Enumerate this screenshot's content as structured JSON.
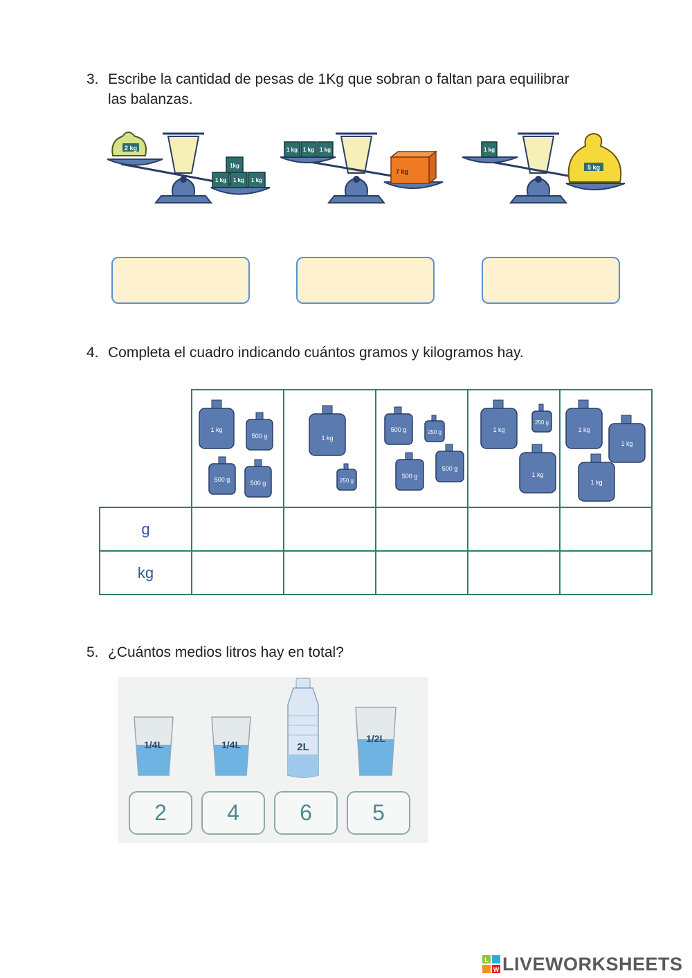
{
  "q3": {
    "number": "3.",
    "line1": "Escribe la cantidad de pesas de 1Kg que sobran o faltan para equilibrar",
    "line2": "las balanzas.",
    "scales": [
      {
        "left": "2 kg",
        "right": [
          "1kg",
          "1 kg",
          "1 kg",
          "1 kg"
        ]
      },
      {
        "left": [
          "1 kg",
          "1 kg",
          "1 kg"
        ],
        "right": "7 kg"
      },
      {
        "left": "1 kg",
        "right": "5 kg"
      }
    ]
  },
  "q4": {
    "number": "4.",
    "text": "Completa el cuadro indicando cuántos gramos y kilogramos hay.",
    "row_g": "g",
    "row_kg": "kg",
    "cells": [
      [
        "1 kg",
        "500 g",
        "500 g",
        "500 g"
      ],
      [
        "1 kg",
        "250 g"
      ],
      [
        "500 g",
        "250 g",
        "500 g",
        "500 g"
      ],
      [
        "1 kg",
        "250 g",
        "1 kg"
      ],
      [
        "1 kg",
        "1 kg",
        "1 kg"
      ]
    ]
  },
  "q5": {
    "number": "5.",
    "text": "¿Cuántos medios litros hay en total?",
    "containers": [
      "1/4L",
      "1/4L",
      "2L",
      "1/2L"
    ],
    "options": [
      "2",
      "4",
      "6",
      "5"
    ]
  },
  "brand": {
    "text": "LIVEWORKSHEETS",
    "logo_letters": [
      "L",
      "W"
    ]
  },
  "colors": {
    "weight_blue": "#5b7bb0",
    "box_fill": "#fdf1cf",
    "table_border": "#2f7f6f"
  }
}
